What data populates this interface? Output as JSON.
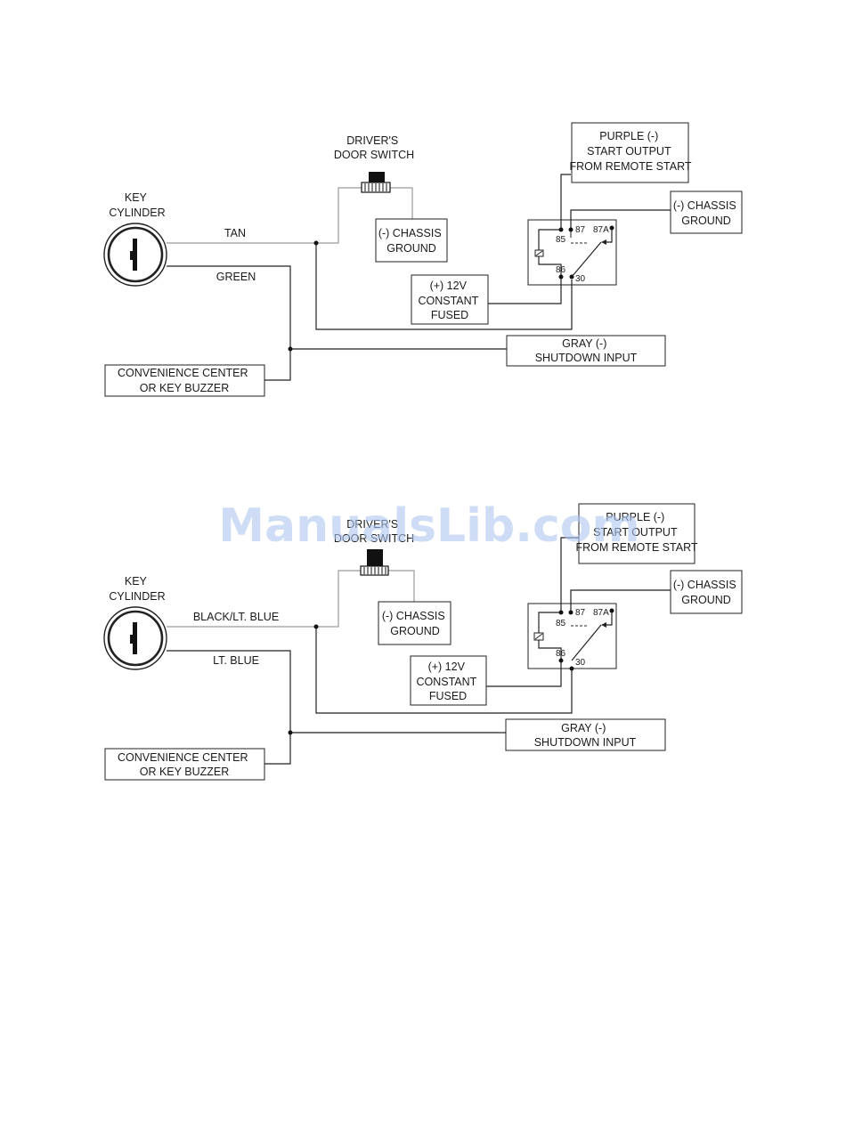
{
  "watermark": "ManualsLib.com",
  "diagrams": [
    {
      "key_label": [
        "KEY",
        "CYLINDER"
      ],
      "switch_label": [
        "DRIVER'S",
        "DOOR SWITCH"
      ],
      "wire_top": "TAN",
      "wire_bottom": "GREEN",
      "chassis_switch": [
        "(-) CHASSIS",
        "GROUND"
      ],
      "purple": [
        "PURPLE (-)",
        "START OUTPUT",
        "FROM REMOTE START"
      ],
      "chassis_relay": [
        "(-) CHASSIS",
        "GROUND"
      ],
      "power": [
        "(+) 12V",
        "CONSTANT",
        "FUSED"
      ],
      "gray": [
        "GRAY (-)",
        "SHUTDOWN INPUT"
      ],
      "convenience": [
        "CONVENIENCE CENTER",
        "OR KEY BUZZER"
      ],
      "pins": {
        "p85": "85",
        "p87": "87",
        "p87a": "87A",
        "p86": "86",
        "p30": "30"
      }
    },
    {
      "key_label": [
        "KEY",
        "CYLINDER"
      ],
      "switch_label": [
        "DRIVER'S",
        "DOOR SWITCH"
      ],
      "wire_top": "BLACK/LT. BLUE",
      "wire_bottom": "LT. BLUE",
      "chassis_switch": [
        "(-) CHASSIS",
        "GROUND"
      ],
      "purple": [
        "PURPLE (-)",
        "START OUTPUT",
        "FROM REMOTE START"
      ],
      "chassis_relay": [
        "(-) CHASSIS",
        "GROUND"
      ],
      "power": [
        "(+) 12V",
        "CONSTANT",
        "FUSED"
      ],
      "gray": [
        "GRAY (-)",
        "SHUTDOWN INPUT"
      ],
      "convenience": [
        "CONVENIENCE CENTER",
        "OR KEY BUZZER"
      ],
      "pins": {
        "p85": "85",
        "p87": "87",
        "p87a": "87A",
        "p86": "86",
        "p30": "30"
      }
    }
  ]
}
